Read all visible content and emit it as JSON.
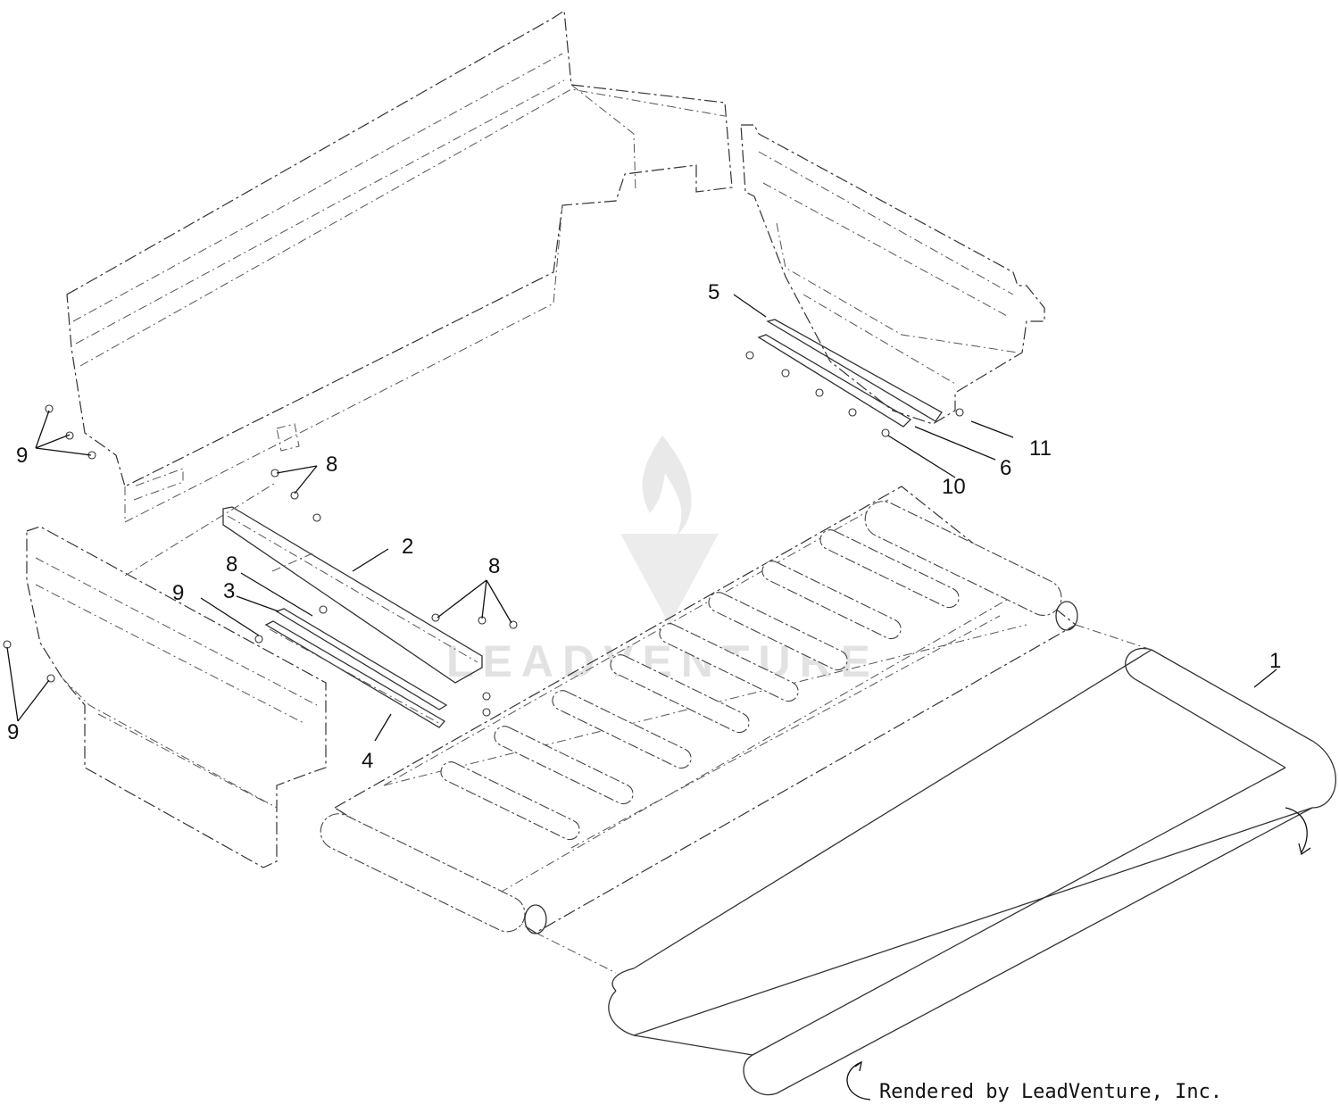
{
  "diagram": {
    "credit": "Rendered by LeadVenture, Inc.",
    "watermark": "LEADVENTURE",
    "callouts": [
      "1",
      "2",
      "3",
      "4",
      "5",
      "6",
      "8",
      "8",
      "8",
      "9",
      "9",
      "9",
      "10",
      "11"
    ]
  },
  "colors": {
    "line": "#333333",
    "watermark": "#e2e2e2",
    "background": "#ffffff"
  }
}
